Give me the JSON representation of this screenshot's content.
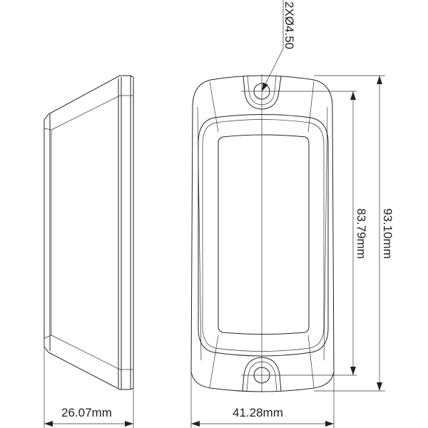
{
  "title": "Enclosure dimension drawing",
  "dimensions": {
    "hole_callout": "2XØ4.50",
    "overall_height": "93.10mm",
    "hole_spacing": "83.79mm",
    "front_width": "41.28mm",
    "side_depth": "26.07mm"
  },
  "colors": {
    "line": "#222222",
    "background": "#ffffff"
  }
}
